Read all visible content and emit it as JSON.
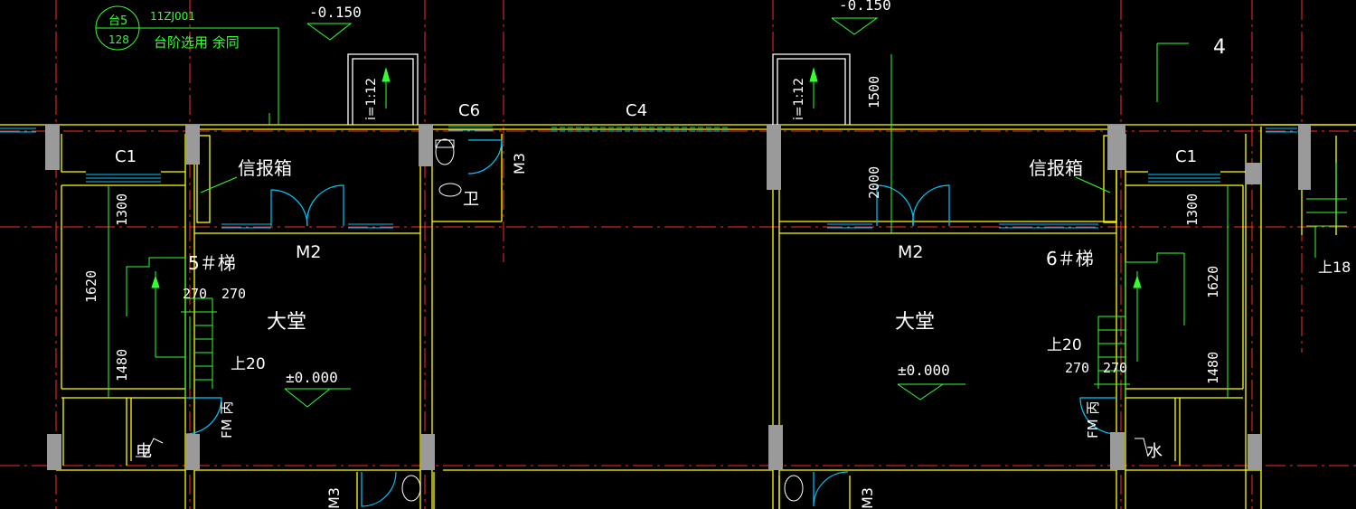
{
  "colors": {
    "background": "#000000",
    "wall": "#ffff00",
    "axis": "#ff2a2a",
    "window": "#00c8ff",
    "annotation": "#33ff33",
    "text": "#ffffff",
    "column": "#9a9a9a"
  },
  "reference": {
    "symbol_top": "台5",
    "symbol_bottom": "128",
    "atlas": "11ZJ001",
    "note": "台阶选用 余同"
  },
  "levels": {
    "left_outdoor": "-0.150",
    "right_outdoor": "-0.150",
    "left_hall": "±0.000",
    "right_hall": "±0.000"
  },
  "axis_tag": "4",
  "windows": {
    "c1_left": "C1",
    "c1_right": "C1",
    "c6": "C6",
    "c4": "C4"
  },
  "doors": {
    "m2_left": "M2",
    "m2_right": "M2",
    "m3_top": "M3",
    "m3_bottom_left": "M3",
    "m3_bottom_right": "M3",
    "fm_left": "FM 丙",
    "fm_right": "FM 丙"
  },
  "rooms": {
    "mailbox_left": "信报箱",
    "mailbox_right": "信报箱",
    "stair_left": "5＃梯",
    "stair_right": "6＃梯",
    "hall_left": "大堂",
    "hall_right": "大堂",
    "toilet": "卫",
    "electric": "电",
    "water": "水"
  },
  "ramps": {
    "left": "i=1:12",
    "right": "i=1:12"
  },
  "stairs": {
    "up_left": "上20",
    "up_right": "上20",
    "up_far_right": "上18"
  },
  "dimensions": {
    "d1300_left": "1300",
    "d1620_left": "1620",
    "d1480_left": "1480",
    "d270a_left": "270",
    "d270b_left": "270",
    "d1500": "1500",
    "d2000": "2000",
    "d1300_right": "1300",
    "d1620_right": "1620",
    "d1480_right": "1480",
    "d270a_right": "270",
    "d270b_right": "270"
  }
}
